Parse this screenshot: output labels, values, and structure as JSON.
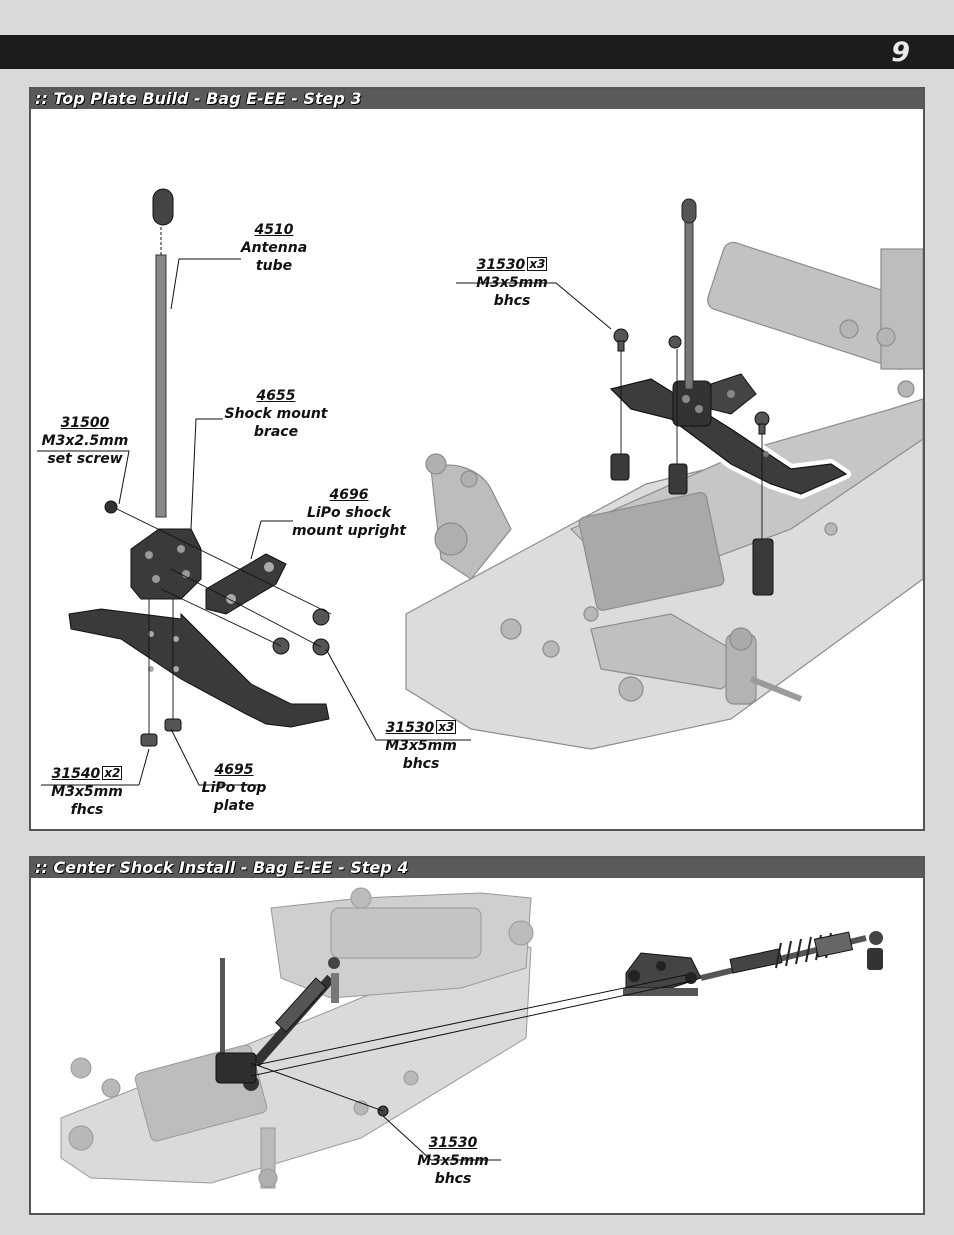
{
  "page": {
    "number": "9"
  },
  "step3": {
    "title": ":: Top Plate Build - Bag E-EE - Step 3",
    "parts": {
      "antenna": {
        "part_no": "4510",
        "line1": "Antenna",
        "line2": "tube"
      },
      "brace": {
        "part_no": "4655",
        "line1": "Shock mount",
        "line2": "brace"
      },
      "setscrew": {
        "part_no": "31500",
        "line1": "M3x2.5mm",
        "line2": "set screw"
      },
      "upright": {
        "part_no": "4696",
        "line1": "LiPo shock",
        "line2": "mount upright"
      },
      "bhcs_a": {
        "part_no": "31530",
        "qty": "x3",
        "line1": "M3x5mm",
        "line2": "bhcs"
      },
      "bhcs_b": {
        "part_no": "31530",
        "qty": "x3",
        "line1": "M3x5mm",
        "line2": "bhcs"
      },
      "fhcs": {
        "part_no": "31540",
        "qty": "x2",
        "line1": "M3x5mm",
        "line2": "fhcs"
      },
      "topplate": {
        "part_no": "4695",
        "line1": "LiPo top",
        "line2": "plate"
      }
    }
  },
  "step4": {
    "title": ":: Center Shock Install - Bag E-EE - Step 4",
    "parts": {
      "bhcs": {
        "part_no": "31530",
        "line1": "M3x5mm",
        "line2": "bhcs"
      }
    }
  }
}
